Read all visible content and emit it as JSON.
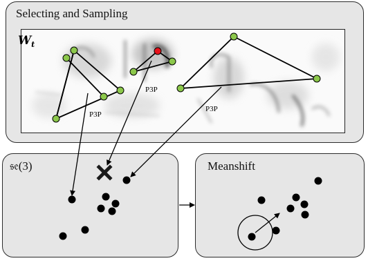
{
  "panels": {
    "top": {
      "title": "Selecting and Sampling",
      "image_label": "W",
      "image_label_sub": "t"
    },
    "se3": {
      "title": "𝔰𝔢(3)"
    },
    "meanshift": {
      "title": "Meanshift"
    }
  },
  "annotations": {
    "p3p_left": "P3P",
    "p3p_middle": "P3P",
    "p3p_right": "P3P"
  },
  "colors": {
    "panel_bg": "#e6e6e6",
    "keypoint_fill": "#8cc84b",
    "outlier_keypoint_fill": "#e8121b",
    "dot": "#000000"
  },
  "icons": {
    "rejected": "x-cross-icon"
  }
}
